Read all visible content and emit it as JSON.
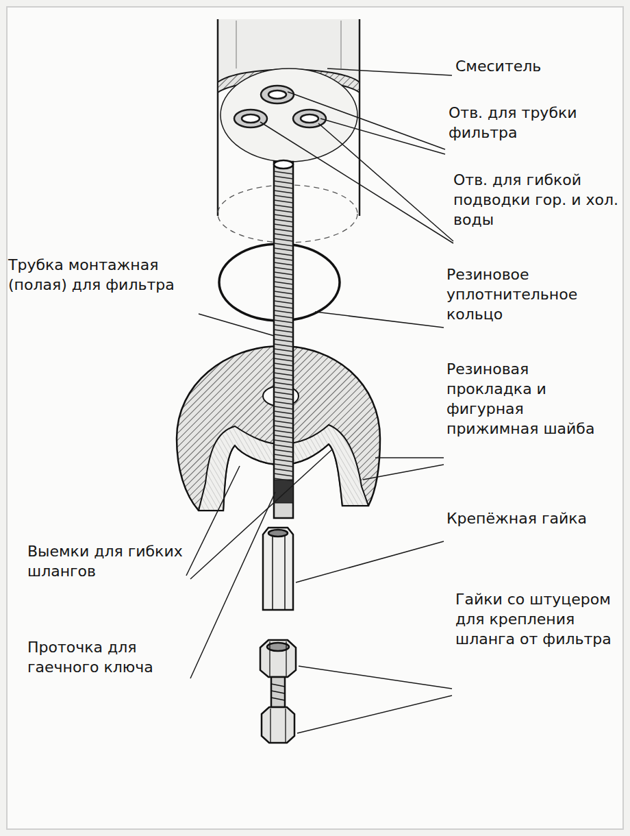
{
  "diagram": {
    "labels": [
      "Смеситель",
      "Отв. для трубки фильтра",
      "Отв. для гибкой подводки гор. и хол. воды",
      "Трубка монтажная (полая) для фильтра",
      "Резиновое уплотнительное кольцо",
      "Резиновая прокладка и фигурная прижимная шайба",
      "Крепёжная гайка",
      "Выемки для гибких шлангов",
      "Гайки со штуцером для крепления шланга от фильтра",
      "Проточка для гаечного ключа"
    ]
  }
}
